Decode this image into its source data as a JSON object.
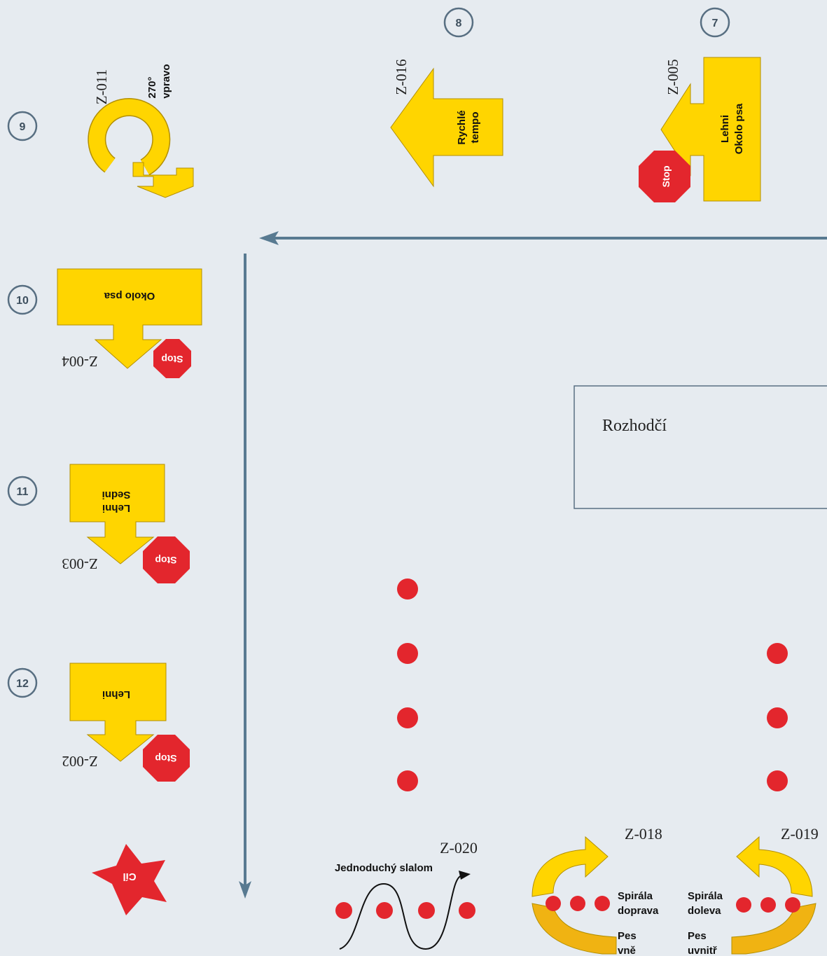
{
  "colors": {
    "background": "#e6ebf0",
    "sign_yellow": "#ffd500",
    "sign_outline": "#b38f00",
    "stop_red": "#e3262d",
    "route_line": "#587a91",
    "marker_circle": "#586f82"
  },
  "station_numbers": [
    "7",
    "8",
    "9",
    "10",
    "11",
    "12"
  ],
  "signs": {
    "z005": {
      "code": "Z-005",
      "line1": "Lehni",
      "line2": "Okolo psa",
      "stop": "Stop"
    },
    "z016": {
      "code": "Z-016",
      "line1": "Rychlé",
      "line2": "tempo"
    },
    "z011": {
      "code": "Z-011",
      "line1": "270°",
      "line2": "vpravo"
    },
    "z004": {
      "code": "Z-004",
      "line1": "Okolo psa",
      "stop": "Stop"
    },
    "z003": {
      "code": "Z-003",
      "line1": "Lehni",
      "line2": "Sedni",
      "stop": "Stop"
    },
    "z002": {
      "code": "Z-002",
      "line1": "Lehni",
      "stop": "Stop"
    },
    "finish": {
      "label": "Cíl"
    },
    "z020": {
      "code": "Z-020",
      "label": "Jednoduchý slalom"
    },
    "z018": {
      "code": "Z-018",
      "line1": "Spirála",
      "line2": "doprava",
      "line3": "Pes",
      "line4": "vně"
    },
    "z019": {
      "code": "Z-019",
      "line1": "Spirála",
      "line2": "doleva",
      "line3": "Pes",
      "line4": "uvnitř"
    }
  },
  "judge_box": {
    "label": "Rozhodčí"
  }
}
